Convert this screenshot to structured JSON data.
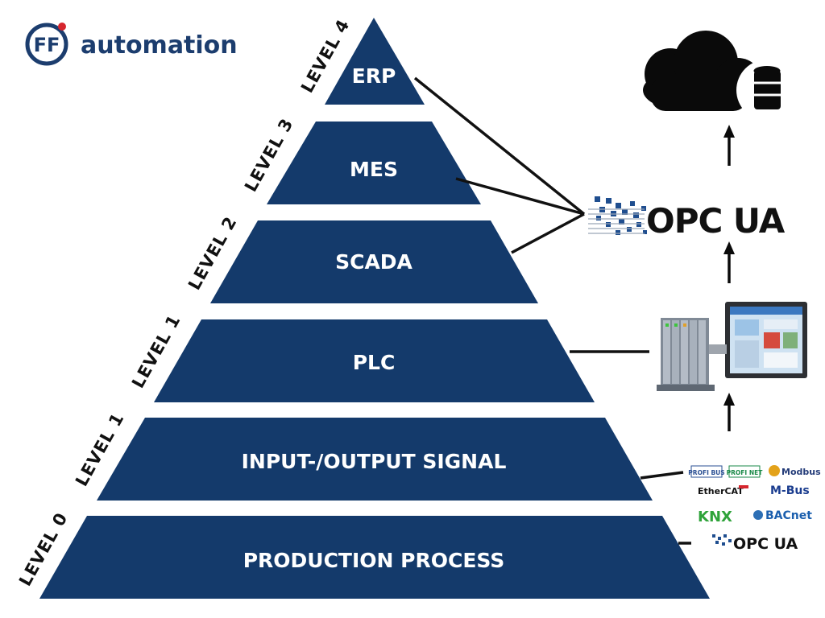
{
  "brand": {
    "name": "automation",
    "initials": "FF",
    "color": "#1c3d6e",
    "accent": "#d6262e"
  },
  "pyramid": {
    "color": "#143a6b",
    "tiers": [
      {
        "name": "ERP",
        "level": "LEVEL 4"
      },
      {
        "name": "MES",
        "level": "LEVEL 3"
      },
      {
        "name": "SCADA",
        "level": "LEVEL 2"
      },
      {
        "name": "PLC",
        "level": "LEVEL 1"
      },
      {
        "name": "INPUT-/OUTPUT SIGNAL",
        "level": "LEVEL 1"
      },
      {
        "name": "PRODUCTION PROCESS",
        "level": "LEVEL 0"
      }
    ]
  },
  "right_stack": {
    "cloud_icon": "cloud-database-icon",
    "opc_ua_label": "OPC UA",
    "hardware_icon": "plc-and-hmi-panel-icon",
    "arrow_icon": "arrow-up-icon"
  },
  "protocols": {
    "profibus": "PROFI BUS",
    "profinet": "PROFI NET",
    "modbus": "Modbus",
    "ethercat": "EtherCAT",
    "mbus": "M-Bus",
    "knx": "KNX",
    "bacnet": "BACnet",
    "opc_ua": "OPC UA"
  }
}
